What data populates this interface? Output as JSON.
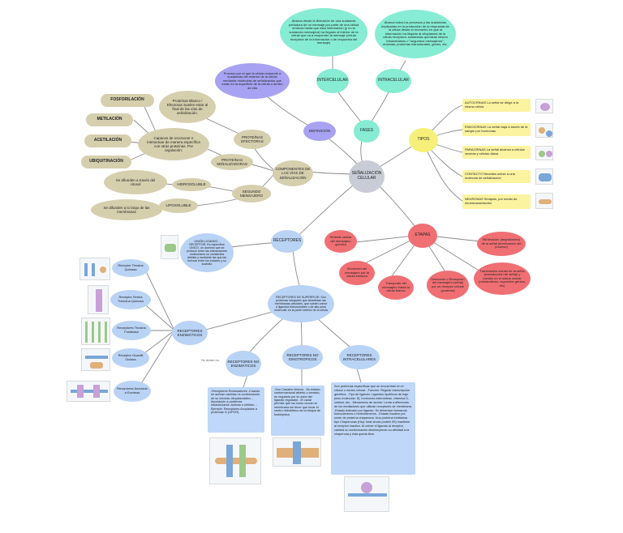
{
  "center": "SEÑALIZACIÓN CELULAR",
  "fases": {
    "label": "FASES",
    "intercelular": "INTERCELULAR",
    "intracelular": "INTRACELULAR",
    "intercelular_desc": "Abarca desde la liberación de una sustancia portadora de un mensaje por parte de una célula emisora hasta que esta información (y no la sustancia mensajera) ha llegado al interior de la célula que va a responder al mensaje (célula receptora de la información o de respuesta del mensaje)",
    "intracelular_desc": "Abarca todos los procesos y las sustancias implicadas en la producción de la respuesta de la célula desde el momento en que la información ha llegado al citoplasma de la célula receptora: sustancias químicas mismo intracelulares o \"segundos mensajeros\", enzimas, proteínas estructurales, genes, etc."
  },
  "definicion": {
    "label": "DEFINICIÓN",
    "desc": "Proceso por el que la célula responde a sustancias del exterior de la célula mediante moléculas de señalización que están en la superficie de la célula o dentro de ella"
  },
  "componentes": {
    "label": "COMPONENTES DE LAS VÍAS DE SEÑALIZACIÓN",
    "efectoras": "PROTEÍNAS EFECTORAS",
    "efectoras_desc": "Proteínas Blanco / Efectoras Suelen estar al final de las vías de señalización.",
    "senalizadoras": "PROTEÍNAS SEÑALIZADORAS",
    "senalizadoras_desc": "Capaces de reconocer e interactuar de manera específica con otras proteínas. Por regulación:",
    "fosforilacion": "FOSFORILACIÓN",
    "metilacion": "METILACIÓN",
    "acetilacion": "ACETILACIÓN",
    "ubiquitinacion": "UBIQUITINACIÓN",
    "segundo": "SEGUNDO MENSAJERO",
    "hidrosoluble": "HIDROSOLUBLE",
    "liposoluble": "LIPOSOLUBLE",
    "hidro_desc": "Se difunden a través del citosol",
    "lipo_desc": "Se difunden a lo largo de las membranas"
  },
  "tipos": {
    "label": "TIPOS",
    "items": [
      "AUTOCRINAS La señal se dirige a la misma célula",
      "ENDOCRINAS La señal viaja a través de la sangre por hormonas",
      "PARACRINAS La señal alcanza a células vecinas y células diana",
      "CONTACTO Necesita unirse a una molécula de señalización",
      "NEURONAS Sinapsis, por medio de neurotransmisores"
    ]
  },
  "etapas": {
    "label": "ETAPAS",
    "items": [
      "Síntesis celular del mensajero químico",
      "Secreción del mensajero por la célula emisora",
      "Transporte del mensajero hasta la célula blanco",
      "Detección o Recepción del mensajero (señal) por un receptor celular (proteína)",
      "Transmisión celular de la señal (transducción de señal) y cambio en el status celular (metabolismo, expresión génica, etc)",
      "Eliminación (degradación) de la señal (terminación del proceso)"
    ]
  },
  "receptores": {
    "label": "RECEPTORES",
    "union": "UNIÓN LIGANDO - RECEPTOR: Es específica UNICO, un dominio que se produce entre las interacciones moleculares no covalentes débiles y mediante las que las fuerzas entre los enlaces y su sustrato",
    "superficie": "RECEPTORES DE SUPERFICIE: Son proteínas integrales que atraviesan las membranas celulares, que suelen unirse a ligandos hidrosolubles o de alto peso molecular en la parte exterior de la célula",
    "enzimaticos": "RECEPTORES ENZIMÁTICOS",
    "no_enzimaticos": "RECEPTORES NO ENZIMÁTICOS",
    "no_ionotropicos": "RECEPTORES NO IONOTRÓPICOS",
    "intracelulares": "RECEPTORES INTRACELULARES",
    "enz_items": [
      "Receptor Tirosina Quinasa",
      "Receptor Serina Treonina Quinasa",
      "Receptores Tirosina Fosfatasa",
      "Receptor Guanilil Ciclasa",
      "Receptores Asociado a Enzimas"
    ],
    "divide": "Se divide en",
    "no_enz_desc": "-Receptores Enclavadores -Cuando se activan cambian la conformación de su dominio citoplasmático. -Asociación a proteínas intracelulares: Activan o inhiben. -Ejemplo: Receptores Acoplados a proteínas G (GPCR)",
    "no_iono_desc": "-Son Canales Iónicos. -Su estado conformacional abierto o cerrado, es regulado por la unión del ligando regulador. -El canal permite que los iones crucen la membrana sin tener que tocar el centro hidrofóbico de la bicapa de fosfolípidos",
    "intra_desc": "Son proteínas específicas que se encuentran en el citosol o núcleo celular. -Función: Regular transcripción genética. -Tipo de ligando: Ligandos lipofílicos de bajo peso molecular: Ej: hormonas esteroideas, vitamina D, cortisol, etc. -Mecanismo de acción: Lenta a diferencia de los mediadores que utilizan receptores de membrana. -Estado Activado por ligando: Se dimerizan formando homodímeros o heterodímeros. -Estado Inactivo por unión de proteína chaperona: Una proteína inhibidora tipo Chaperonas (Hsp: heat shock protein 90) mantiene al receptor inactivo. Al unirse el ligando al receptor, cambia su conformación disminuyendo su afinidad a la chaperona y ésta queda libre."
  }
}
